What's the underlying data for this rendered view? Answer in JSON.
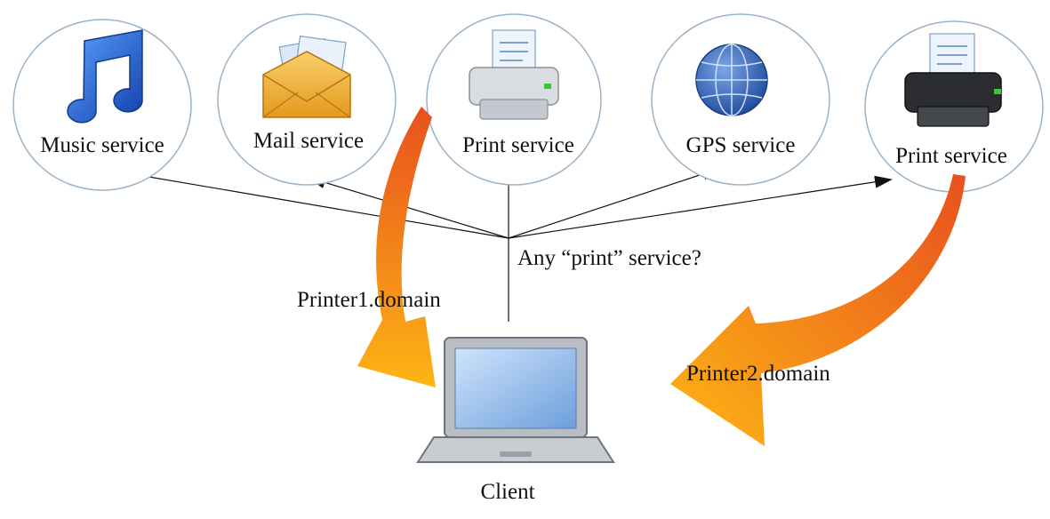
{
  "diagram": {
    "services": [
      {
        "id": "music",
        "label": "Music service",
        "icon": "music-note-icon"
      },
      {
        "id": "mail",
        "label": "Mail service",
        "icon": "mail-envelope-icon"
      },
      {
        "id": "print1",
        "label": "Print service",
        "icon": "printer-icon"
      },
      {
        "id": "gps",
        "label": "GPS service",
        "icon": "globe-icon"
      },
      {
        "id": "print2",
        "label": "Print service",
        "icon": "printer-icon"
      }
    ],
    "query_label": "Any “print” service?",
    "responses": [
      {
        "label": "Printer1.domain"
      },
      {
        "label": "Printer2.domain"
      }
    ],
    "client": {
      "label": "Client",
      "icon": "laptop-icon"
    },
    "colors": {
      "circle_stroke": "#9bb3c9",
      "arrow": "#111111",
      "response_arrow_start": "#fdb515",
      "response_arrow_end": "#e8501e",
      "music_note": "#1d5fd1",
      "envelope": "#f0b23a",
      "globe": "#2f63b8",
      "printer_body_light": "#d9dde2",
      "printer_body_dark": "#2b2d30",
      "laptop_screen": "#8fb9e8"
    }
  }
}
